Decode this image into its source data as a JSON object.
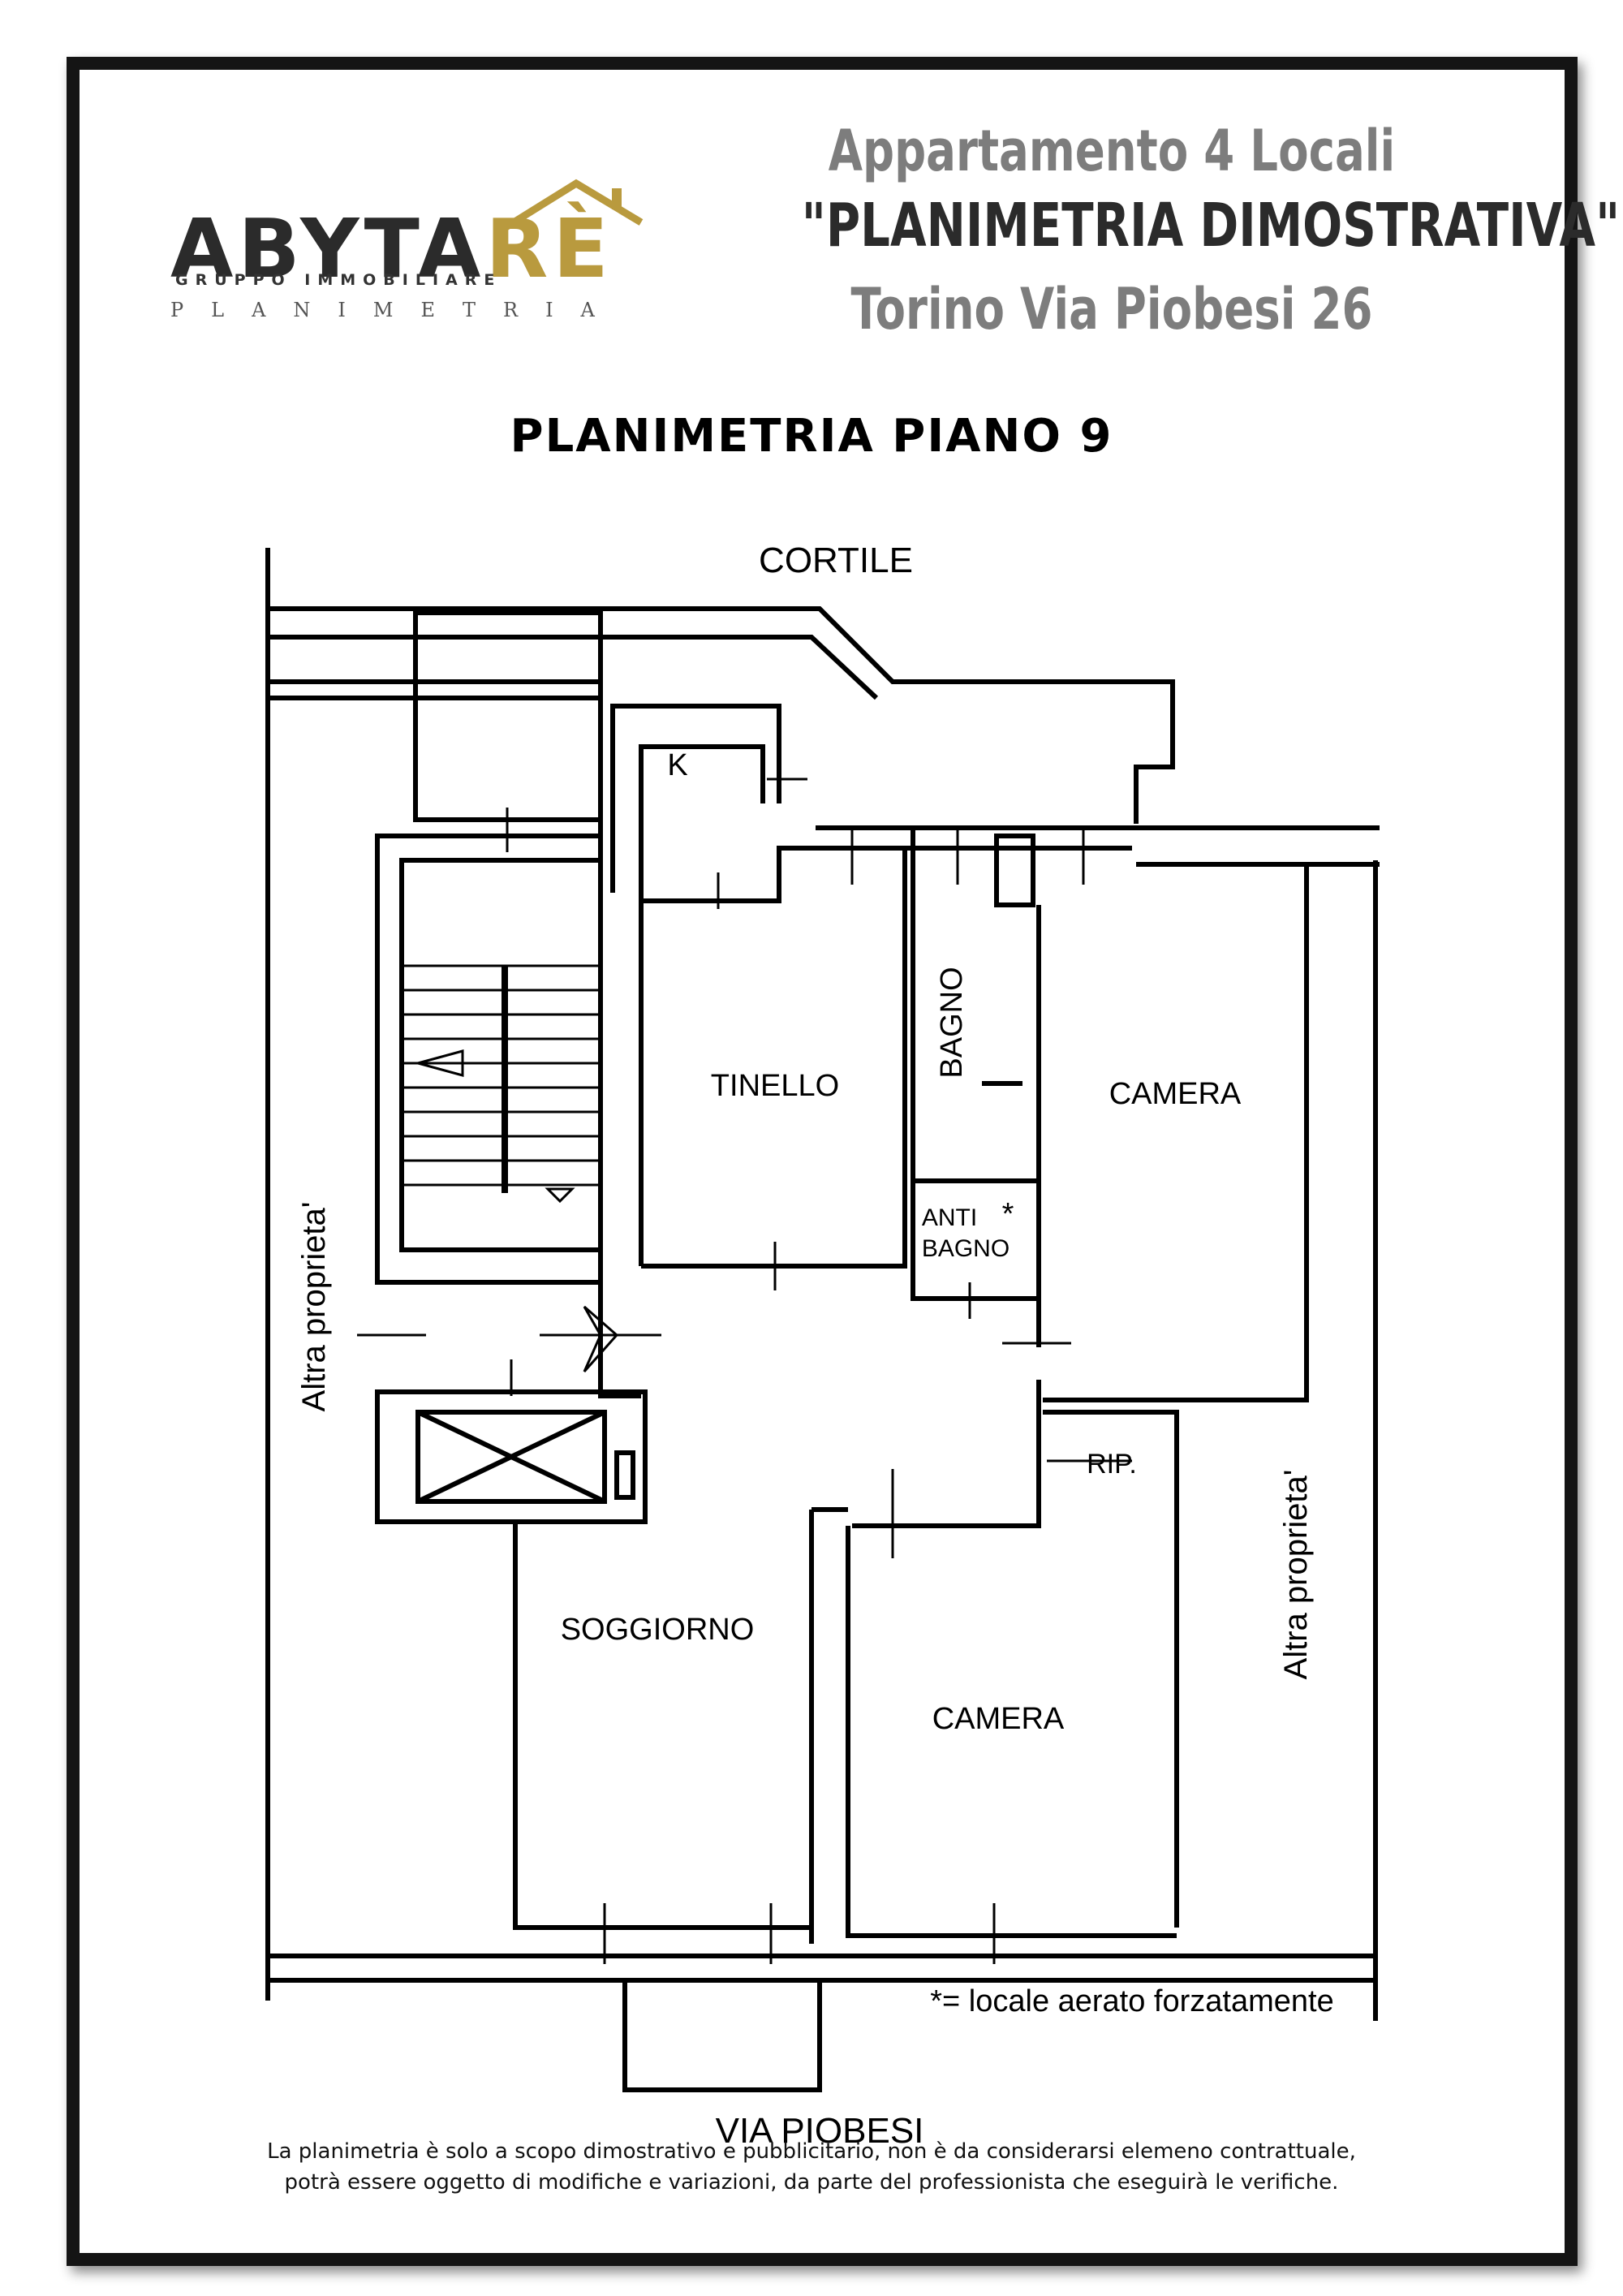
{
  "header": {
    "line1": "Appartamento 4 Locali",
    "line2": "\"PLANIMETRIA DIMOSTRATIVA\"",
    "line3": "Torino Via Piobesi 26"
  },
  "logo": {
    "name_part1": "ABY",
    "name_part2": "TA",
    "name_part3": "RÈ",
    "subtitle": "GRUPPO IMMOBILIARE",
    "tagline": "PLANIMETRIA",
    "colors": {
      "dark": "#2b2b2b",
      "gold": "#b99a3e"
    }
  },
  "floor_title": "PLANIMETRIA PIANO 9",
  "plan": {
    "street_top": "CORTILE",
    "street_bottom": "VIA PIOBESI",
    "neighbor_left": "Altra proprieta'",
    "neighbor_right": "Altra proprieta'",
    "rooms": {
      "kitchen": "K",
      "dining": "TINELLO",
      "bath": "BAGNO",
      "antibath_line1": "ANTI",
      "antibath_line2": "BAGNO",
      "antibath_mark": "*",
      "bedroom1": "CAMERA",
      "storage": "RIP.",
      "living": "SOGGIORNO",
      "bedroom2": "CAMERA"
    },
    "note": "*= locale aerato forzatamente"
  },
  "disclaimer": {
    "line1": "La planimetria è solo a scopo dimostrativo e pubblicitario, non è da considerarsi elemeno contrattuale,",
    "line2": "potrà essere oggetto di modifiche e variazioni, da parte del professionista che eseguirà le verifiche."
  }
}
